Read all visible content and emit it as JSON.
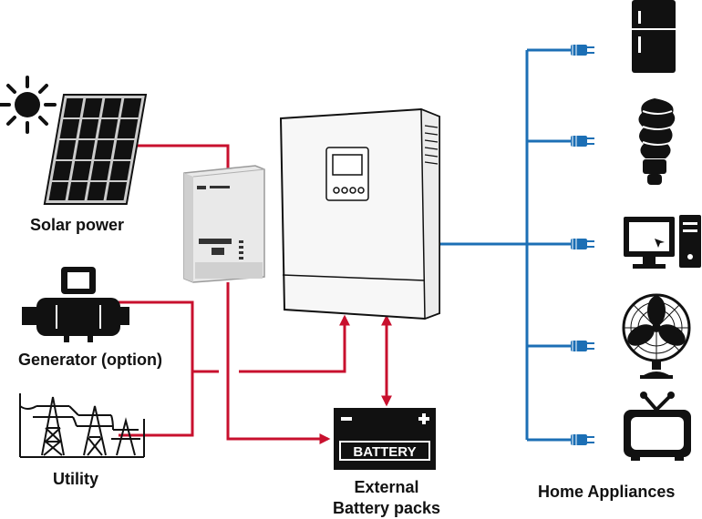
{
  "labels": {
    "solar": "Solar power",
    "generator": "Generator (option)",
    "utility": "Utility",
    "battery_line1": "External",
    "battery_line2": "Battery packs",
    "appliances": "Home Appliances"
  },
  "battery_box_text": "BATTERY",
  "colors": {
    "red_line": "#c8102e",
    "blue_line": "#1c6fb5",
    "dark": "#111111",
    "panel_frame": "#cccccc"
  }
}
